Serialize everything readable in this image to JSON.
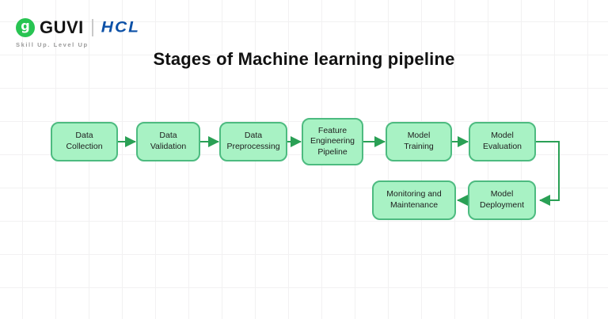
{
  "brand": {
    "guvi": "GUVI",
    "hcl": "HCL",
    "tagline": "Skill Up. Level Up",
    "icon_letter": "g",
    "icon_name": "guvi-logo-icon"
  },
  "title": "Stages of Machine learning pipeline",
  "colors": {
    "node_fill": "#a8f2c4",
    "node_border": "#4dbb80",
    "arrow": "#2aa055",
    "guvi_green": "#28c452",
    "hcl_blue": "#0d51a7",
    "tagline_gray": "#9b9b9b"
  },
  "diagram": {
    "nodes": [
      {
        "label": "Data Collection"
      },
      {
        "label": "Data Validation"
      },
      {
        "label": "Data Preprocessing"
      },
      {
        "label": "Feature Engineering Pipeline"
      },
      {
        "label": "Model Training"
      },
      {
        "label": "Model Evaluation"
      },
      {
        "label": "Monitoring and Maintenance"
      },
      {
        "label": "Model Deployment"
      }
    ],
    "edges": [
      {
        "from": "Data Collection",
        "to": "Data Validation"
      },
      {
        "from": "Data Validation",
        "to": "Data Preprocessing"
      },
      {
        "from": "Data Preprocessing",
        "to": "Feature Engineering Pipeline"
      },
      {
        "from": "Feature Engineering Pipeline",
        "to": "Model Training"
      },
      {
        "from": "Model Training",
        "to": "Model Evaluation"
      },
      {
        "from": "Model Evaluation",
        "to": "Model Deployment"
      },
      {
        "from": "Model Deployment",
        "to": "Monitoring and Maintenance"
      }
    ]
  }
}
